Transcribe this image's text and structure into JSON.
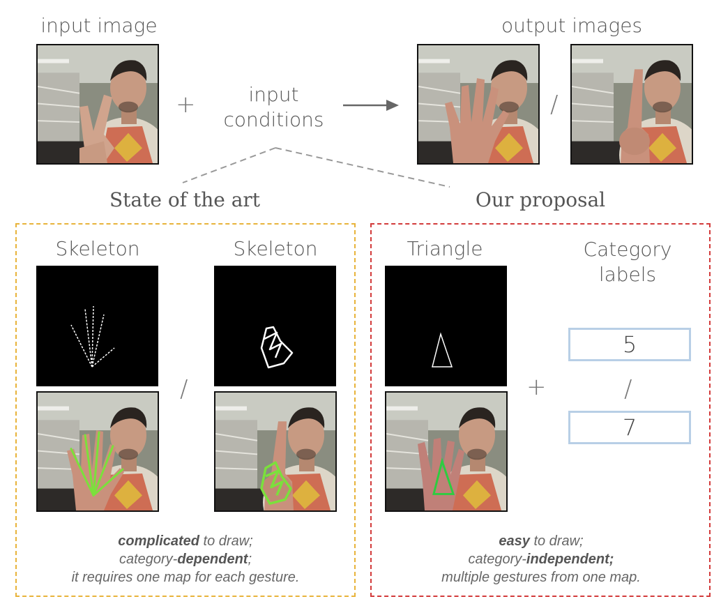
{
  "top": {
    "input_label": "input image",
    "output_label": "output images",
    "plus": "+",
    "conditions_line1": "input",
    "conditions_line2": "conditions",
    "slash": "/"
  },
  "left_panel": {
    "title": "State of the art",
    "col1_label": "Skeleton",
    "col2_label": "Skeleton",
    "slash": "/",
    "caption_line1_bold": "complicated",
    "caption_line1_rest": " to draw;",
    "caption_line2_pre": "category-",
    "caption_line2_bold": "dependent",
    "caption_line2_post": ";",
    "caption_line3": "it requires one map for each gesture.",
    "border_color": "#e8b33a"
  },
  "right_panel": {
    "title": "Our proposal",
    "col1_label": "Triangle",
    "col2_label_line1": "Category",
    "col2_label_line2": "labels",
    "plus": "+",
    "slash": "/",
    "label_1": "5",
    "label_2": "7",
    "caption_line1_bold": "easy",
    "caption_line1_rest": " to draw;",
    "caption_line2_pre": "category-",
    "caption_line2_bold": "independent;",
    "caption_line3": "multiple gestures from one map.",
    "border_color": "#d23a3a"
  },
  "colors": {
    "skeleton_overlay": "#7be03c",
    "triangle_overlay": "#2ecc40",
    "label_box_border": "#b8cfe6"
  }
}
